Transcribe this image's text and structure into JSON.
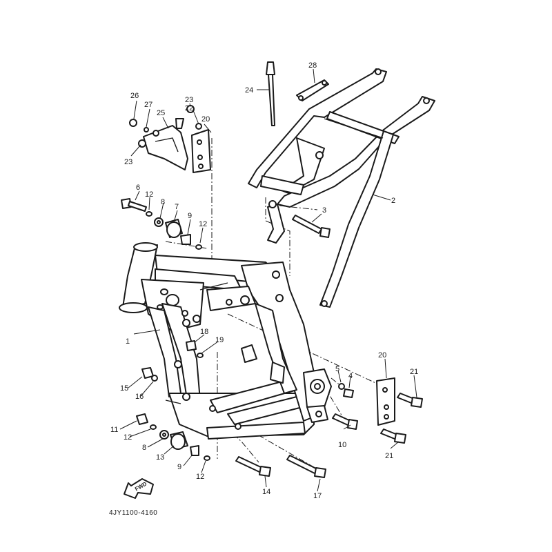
{
  "diagram_code": "4JY1100-4160",
  "fwd_label": "FWD",
  "callouts": [
    "1",
    "2",
    "3",
    "4",
    "5",
    "6",
    "7",
    "8",
    "9",
    "10",
    "11",
    "12",
    "13",
    "14",
    "15",
    "16",
    "17",
    "18",
    "19",
    "20",
    "21",
    "22",
    "23",
    "24",
    "25",
    "26",
    "27",
    "28",
    "12",
    "12",
    "12",
    "8",
    "9",
    "20",
    "21",
    "23"
  ]
}
